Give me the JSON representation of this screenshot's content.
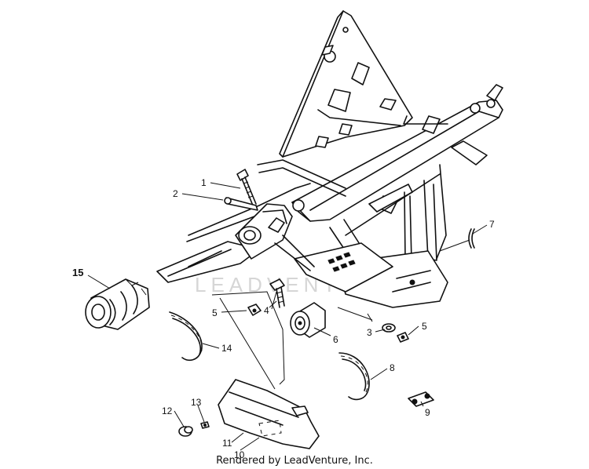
{
  "watermark": "LEADVENTURE",
  "credit": "Rendered by LeadVenture, Inc.",
  "callouts": [
    {
      "id": "1",
      "label": "1"
    },
    {
      "id": "2",
      "label": "2"
    },
    {
      "id": "3",
      "label": "3"
    },
    {
      "id": "4",
      "label": "4"
    },
    {
      "id": "5a",
      "label": "5"
    },
    {
      "id": "5b",
      "label": "5"
    },
    {
      "id": "6",
      "label": "6"
    },
    {
      "id": "7",
      "label": "7"
    },
    {
      "id": "8",
      "label": "8"
    },
    {
      "id": "9",
      "label": "9"
    },
    {
      "id": "10",
      "label": "10"
    },
    {
      "id": "11",
      "label": "11"
    },
    {
      "id": "12",
      "label": "12"
    },
    {
      "id": "13",
      "label": "13"
    },
    {
      "id": "14",
      "label": "14"
    },
    {
      "id": "15",
      "label": "15"
    }
  ]
}
